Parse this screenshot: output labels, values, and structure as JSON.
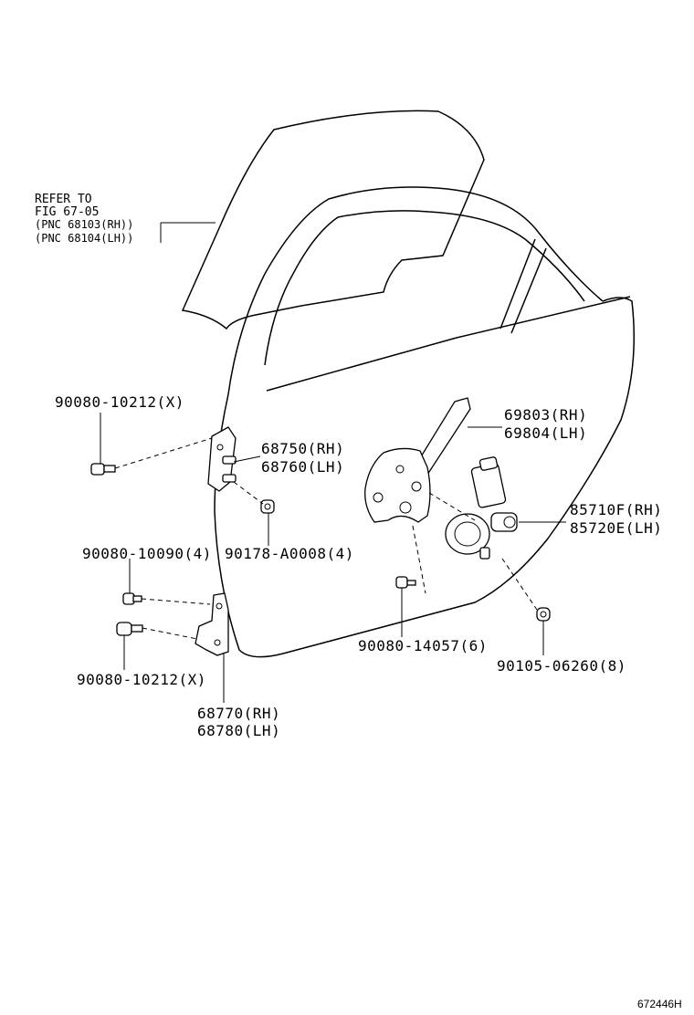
{
  "refer": {
    "line1": "REFER TO",
    "line2": "FIG 67-05",
    "line3": "(PNC 68103(RH))",
    "line4": "(PNC 68104(LH))"
  },
  "parts": {
    "bolt_upper": "90080-10212(X)",
    "hinge_upper_rh": "68750(RH)",
    "hinge_upper_lh": "68760(LH)",
    "regulator_rh": "69803(RH)",
    "regulator_lh": "69804(LH)",
    "motor_rh": "85710F(RH)",
    "motor_lh": "85720E(LH)",
    "bolt_small": "90080-10090(4)",
    "nut": "90178-A0008(4)",
    "bolt_lower": "90080-10212(X)",
    "bolt_regulator": "90080-14057(6)",
    "screw": "90105-06260(8)",
    "hinge_lower_rh": "68770(RH)",
    "hinge_lower_lh": "68780(LH)"
  },
  "figure_id": "672446H"
}
